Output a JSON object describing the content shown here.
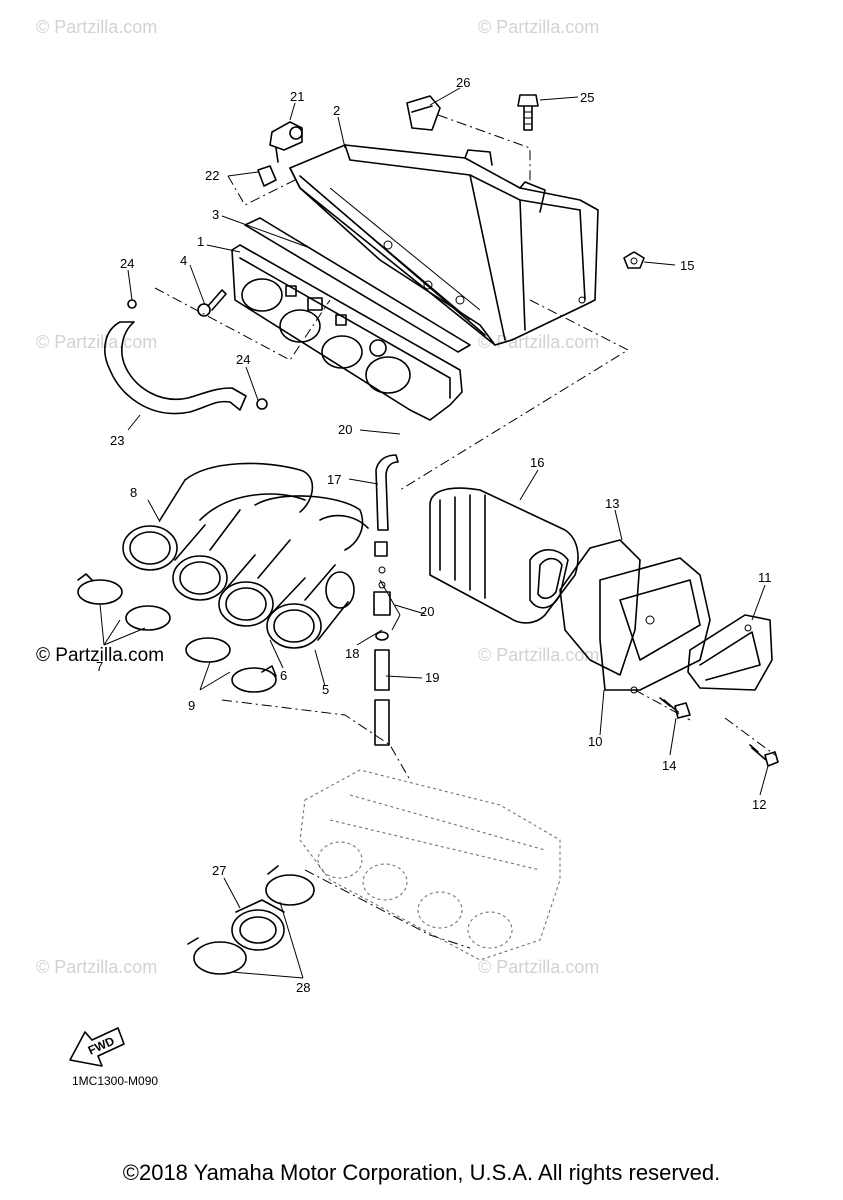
{
  "watermarks": [
    {
      "id": "wm-top-left",
      "text": "© Partzilla.com"
    },
    {
      "id": "wm-top-right",
      "text": "© Partzilla.com"
    },
    {
      "id": "wm-mid-left",
      "text": "© Partzilla.com"
    },
    {
      "id": "wm-mid-right",
      "text": "© Partzilla.com"
    },
    {
      "id": "wm-center-left",
      "text": "© Partzilla.com"
    },
    {
      "id": "wm-center-right",
      "text": "© Partzilla.com"
    },
    {
      "id": "wm-bottom-left",
      "text": "© Partzilla.com"
    },
    {
      "id": "wm-bottom-right",
      "text": "© Partzilla.com"
    }
  ],
  "callouts": {
    "n1": "1",
    "n2": "2",
    "n3": "3",
    "n4": "4",
    "n5": "5",
    "n6": "6",
    "n7": "7",
    "n8": "8",
    "n9": "9",
    "n10": "10",
    "n11": "11",
    "n12": "12",
    "n13": "13",
    "n14": "14",
    "n15": "15",
    "n16": "16",
    "n17": "17",
    "n18": "18",
    "n19": "19",
    "n20a": "20",
    "n20b": "20",
    "n21": "21",
    "n22": "22",
    "n23": "23",
    "n24a": "24",
    "n24b": "24",
    "n25": "25",
    "n26": "26",
    "n27": "27",
    "n28": "28"
  },
  "diagram_code": "1MC1300-M090",
  "fwd_label": "FWD",
  "copyright": "©2018 Yamaha Motor Corporation, U.S.A. All rights reserved."
}
